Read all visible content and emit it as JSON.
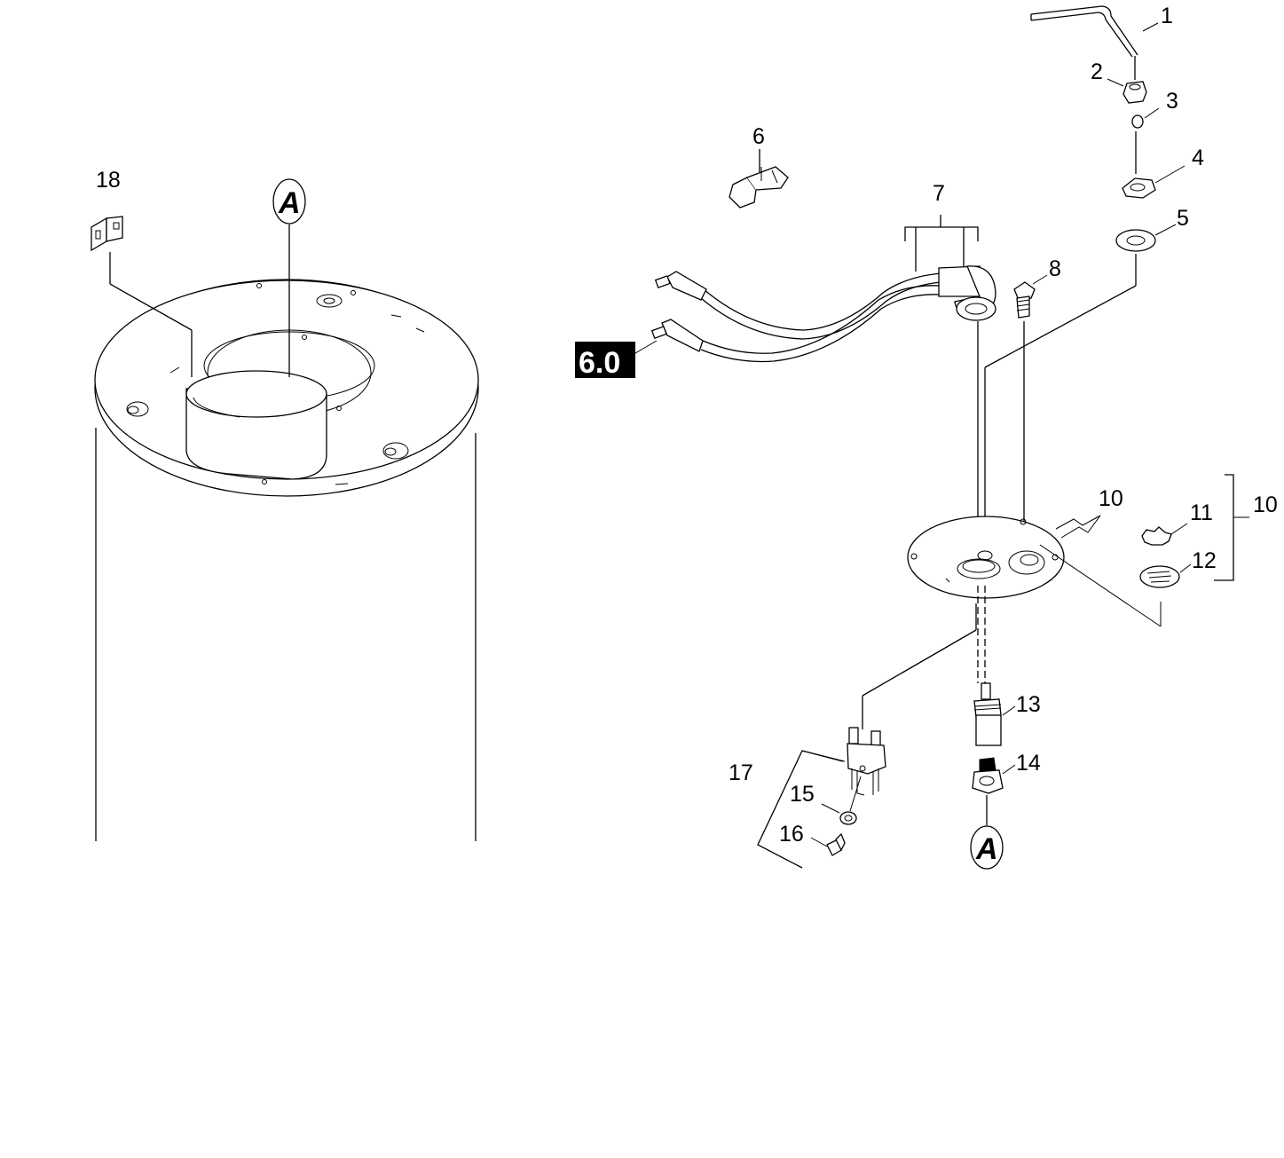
{
  "diagram": {
    "part_labels": {
      "p1": "1",
      "p2": "2",
      "p3": "3",
      "p4": "4",
      "p5": "5",
      "p6": "6",
      "p7": "7",
      "p8": "8",
      "p10a": "10",
      "p10b": "10",
      "p11": "11",
      "p12": "12",
      "p13": "13",
      "p14": "14",
      "p15": "15",
      "p16": "16",
      "p17": "17",
      "p18": "18"
    },
    "callout_top": "A",
    "callout_bottom": "A",
    "reference_badge": "6.0",
    "colors": {
      "line": "#000000",
      "background": "#ffffff",
      "badge": "#000000"
    }
  }
}
